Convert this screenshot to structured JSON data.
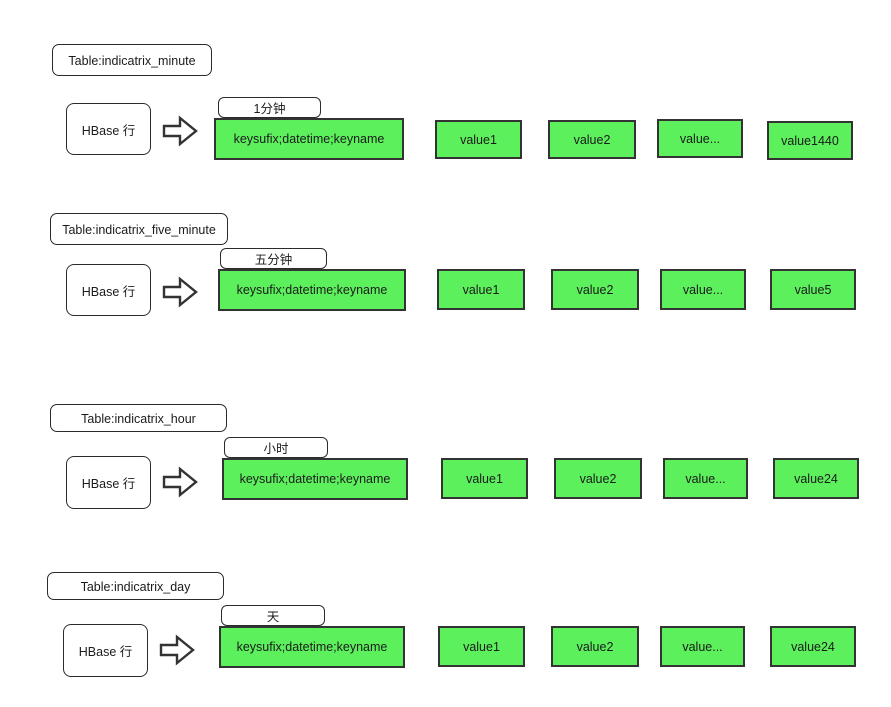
{
  "diagram": {
    "title": "HBase indicatrix tables row layout",
    "colors": {
      "cell_fill": "#5CF05C",
      "cell_border": "#333333",
      "box_border": "#2b2b2b",
      "background": "#ffffff",
      "text": "#1b1b1b"
    },
    "arrow_icon_name": "right-block-arrow-icon",
    "rows": [
      {
        "table_label": "Table:indicatrix_minute",
        "source_label": "HBase 行",
        "period_label": "1分钟",
        "rowkey_label": "keysufix;datetime;keyname",
        "values": [
          "value1",
          "value2",
          "value...",
          "value1440"
        ]
      },
      {
        "table_label": "Table:indicatrix_five_minute",
        "source_label": "HBase 行",
        "period_label": "五分钟",
        "rowkey_label": "keysufix;datetime;keyname",
        "values": [
          "value1",
          "value2",
          "value...",
          "value5"
        ]
      },
      {
        "table_label": "Table:indicatrix_hour",
        "source_label": "HBase 行",
        "period_label": "小时",
        "rowkey_label": "keysufix;datetime;keyname",
        "values": [
          "value1",
          "value2",
          "value...",
          "value24"
        ]
      },
      {
        "table_label": "Table:indicatrix_day",
        "source_label": "HBase 行",
        "period_label": "天",
        "rowkey_label": "keysufix;datetime;keyname",
        "values": [
          "value1",
          "value2",
          "value...",
          "value24"
        ]
      }
    ]
  }
}
